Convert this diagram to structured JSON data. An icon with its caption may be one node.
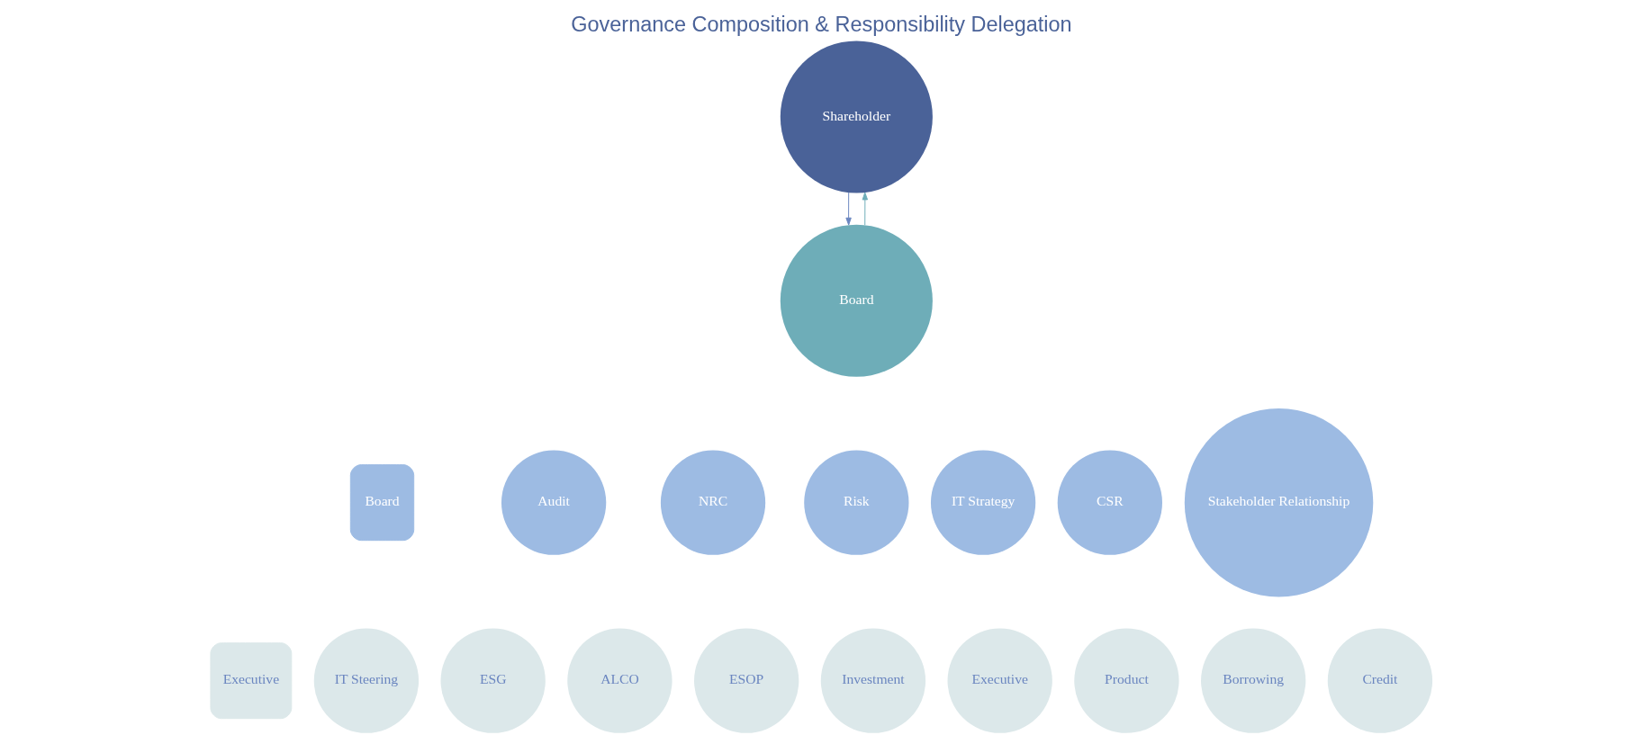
{
  "diagram": {
    "title": "Governance Composition & Responsibility Delegation",
    "nodes": [
      {
        "text": [
          "Shareholder"
        ]
      },
      {
        "text": [
          "Board"
        ]
      },
      {
        "text": [
          "Board"
        ]
      },
      {
        "text": [
          "Audit"
        ]
      },
      {
        "text": [
          "NRC"
        ]
      },
      {
        "text": [
          "Risk"
        ]
      },
      {
        "text": [
          "IT Strategy"
        ]
      },
      {
        "text": [
          "CSR"
        ]
      },
      {
        "text": [
          "Stakeholder Relationship"
        ]
      },
      {
        "text": [
          "Executive"
        ]
      },
      {
        "text": [
          "IT Steering"
        ]
      },
      {
        "text": [
          "ESG"
        ]
      },
      {
        "text": [
          "ALCO"
        ]
      },
      {
        "text": [
          "ESOP"
        ]
      },
      {
        "text": [
          "Investment"
        ]
      },
      {
        "text": [
          "Executive"
        ]
      },
      {
        "text": [
          "Product"
        ]
      },
      {
        "text": [
          "Borrowing"
        ]
      },
      {
        "text": [
          "Credit"
        ]
      }
    ],
    "edges": [
      {
        "from": 0,
        "to": 1,
        "arrow": "to"
      },
      {
        "from": 1,
        "to": 0,
        "arrow": "to",
        "color": "#6eadb8"
      }
    ]
  }
}
